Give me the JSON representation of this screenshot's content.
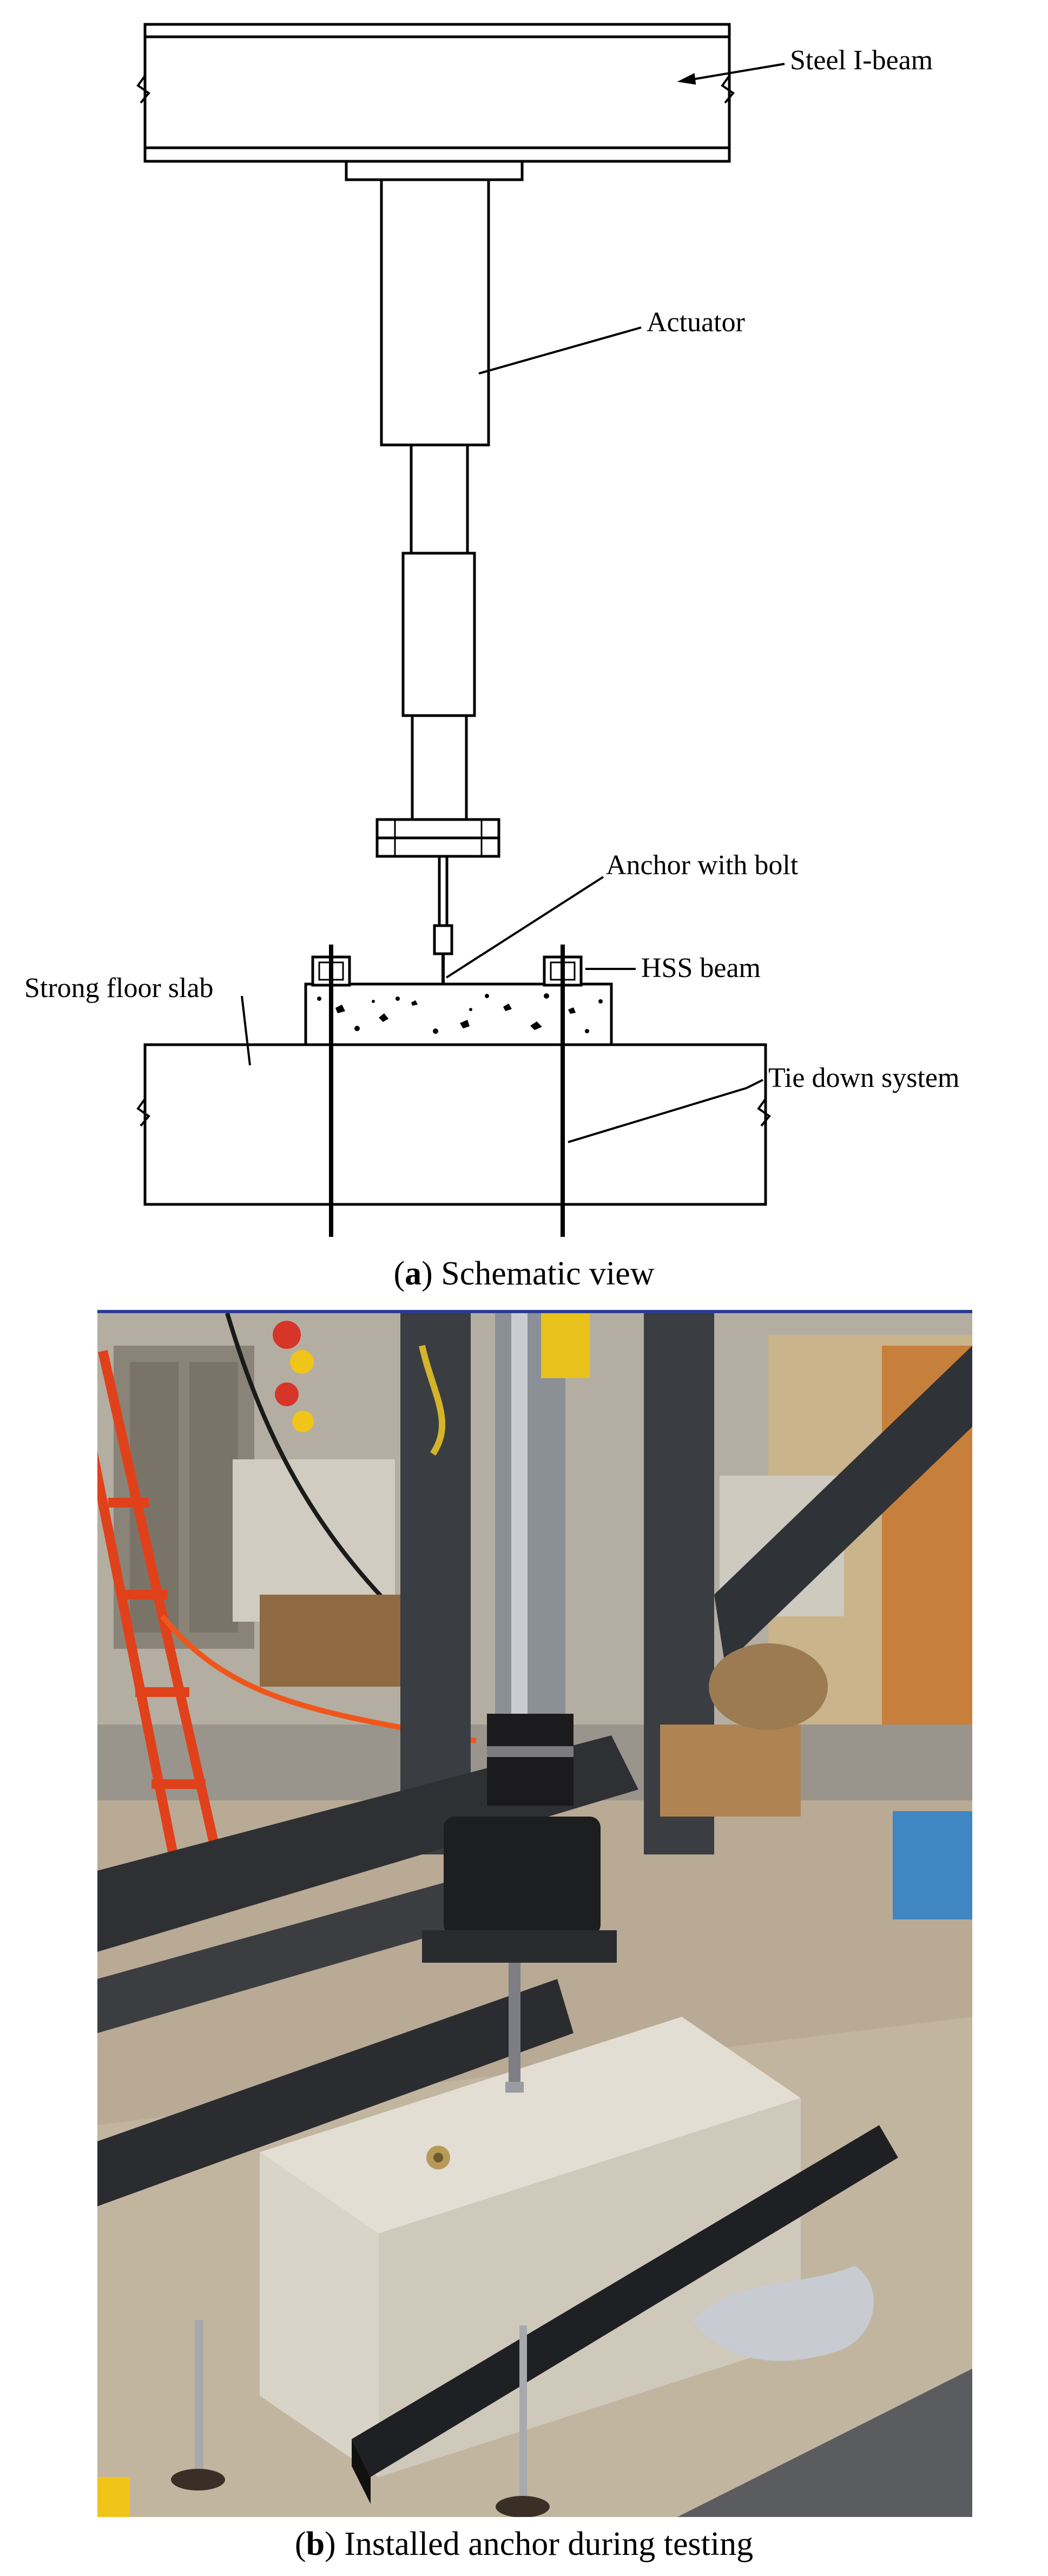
{
  "schematic": {
    "labels": {
      "steel_ibeam": "Steel I-beam",
      "actuator": "Actuator",
      "anchor": "Anchor with bolt",
      "hss": "HSS beam",
      "strong_floor": "Strong floor slab",
      "tie_down": "Tie down system"
    }
  },
  "captions": {
    "a_letter": "a",
    "a_text": "Schematic view",
    "b_letter": "b",
    "b_text": "Installed anchor during testing"
  },
  "colors": {
    "ink": "#000000",
    "photo_border": "#2a3b8f",
    "floor": "#b9aa95",
    "steel": "#2b2b2e",
    "concrete": "#d9d4c8",
    "ladder": "#e0411b",
    "yellow": "#f0c419",
    "orange_cable": "#f0561c",
    "cardboard": "#b08452"
  }
}
